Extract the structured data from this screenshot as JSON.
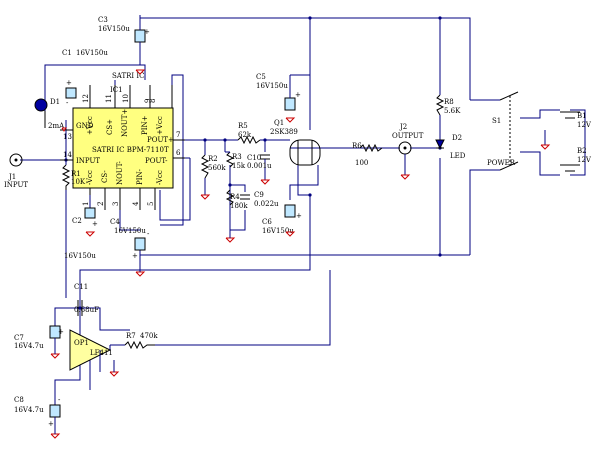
{
  "components": {
    "c1": {
      "ref": "C1",
      "value": "16V150u"
    },
    "c2": {
      "ref": "C2",
      "value": "16V150u"
    },
    "c3": {
      "ref": "C3",
      "value": "16V150u"
    },
    "c4": {
      "ref": "C4",
      "value": "16V150u"
    },
    "c5": {
      "ref": "C5",
      "value": "16V150u"
    },
    "c6": {
      "ref": "C6",
      "value": "16V150u"
    },
    "c7": {
      "ref": "C7",
      "value": "16V4.7u"
    },
    "c8": {
      "ref": "C8",
      "value": "16V4.7u"
    },
    "c9": {
      "ref": "C9",
      "value": "0.022u"
    },
    "c10": {
      "ref": "C10",
      "value": "0.001u"
    },
    "c11": {
      "ref": "C11",
      "value": "0.68uF"
    },
    "r1": {
      "ref": "R1",
      "value": "10K"
    },
    "r2": {
      "ref": "R2",
      "value": "560k"
    },
    "r3": {
      "ref": "R3",
      "value": "15k"
    },
    "r4": {
      "ref": "R4",
      "value": "180k"
    },
    "r5": {
      "ref": "R5",
      "value": "62k"
    },
    "r6": {
      "ref": "R6",
      "value": "100"
    },
    "r7": {
      "ref": "R7",
      "value": "470k"
    },
    "r8": {
      "ref": "R8",
      "value": "5.6K"
    },
    "d1": {
      "ref": "D1",
      "value": "2mA"
    },
    "d2": {
      "ref": "D2",
      "value": "LED"
    },
    "q1": {
      "ref": "Q1",
      "value": "2SK389"
    },
    "op1": {
      "ref": "OP1",
      "value": "LF411"
    },
    "j1": {
      "ref": "J1",
      "value": "INPUT"
    },
    "j2": {
      "ref": "J2",
      "value": "OUTPUT"
    },
    "s1": {
      "ref": "S1",
      "value": "POWER"
    },
    "b1": {
      "ref": "B1",
      "value": "12V"
    },
    "b2": {
      "ref": "B2",
      "value": "12V"
    }
  },
  "ic1": {
    "ref": "IC1",
    "label_top": "SATRI IC",
    "title": "SATRI IC BPM-7110T",
    "pins_top": [
      {
        "name": "+Vcc",
        "num": "12"
      },
      {
        "name": "GND",
        "num": ""
      },
      {
        "name": "CS+",
        "num": "11"
      },
      {
        "name": "NOUT+",
        "num": "10"
      },
      {
        "name": "PIN+",
        "num": "9"
      },
      {
        "name": "+Vcc",
        "num": "8"
      },
      {
        "name": "POUT+",
        "num": "7"
      }
    ],
    "pins_bottom": [
      {
        "name": "-Vcc",
        "num": "1"
      },
      {
        "name": "CS-",
        "num": "2"
      },
      {
        "name": "NOUT-",
        "num": "3"
      },
      {
        "name": "PIN-",
        "num": "4"
      },
      {
        "name": "-Vcc",
        "num": "5"
      },
      {
        "name": "POUT-",
        "num": "6"
      }
    ],
    "input_label": "INPUT",
    "input_pin": "14",
    "gnd_pin": "13"
  },
  "polarity": {
    "plus": "+",
    "minus": "-"
  }
}
